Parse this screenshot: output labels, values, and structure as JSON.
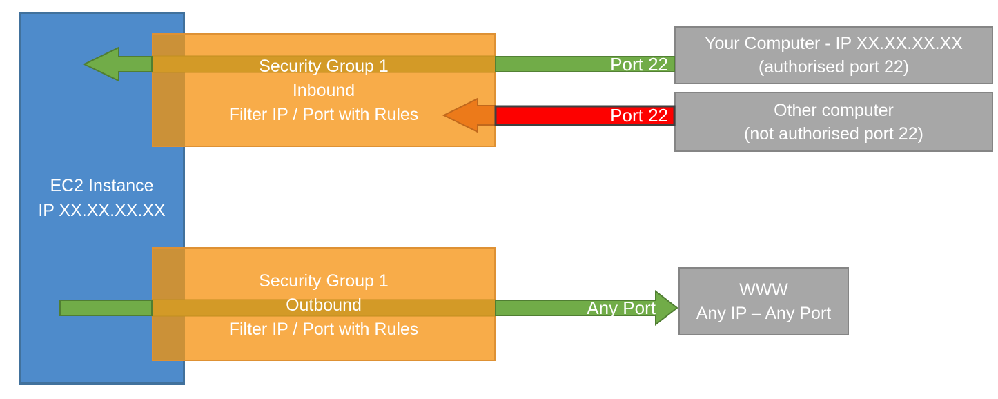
{
  "diagram": {
    "ec2": {
      "lines": [
        "EC2 Instance",
        "IP XX.XX.XX.XX"
      ]
    },
    "inbound_group": {
      "lines": [
        "Security Group 1",
        "Inbound",
        "Filter IP / Port with Rules"
      ]
    },
    "outbound_group": {
      "lines": [
        "Security Group 1",
        "Outbound",
        "Filter IP / Port with Rules"
      ]
    },
    "your_computer": {
      "lines": [
        "Your Computer - IP XX.XX.XX.XX",
        "(authorised port 22)"
      ]
    },
    "other_computer": {
      "lines": [
        "Other computer",
        "(not authorised port 22)"
      ]
    },
    "www": {
      "lines": [
        "WWW",
        "Any IP – Any Port"
      ]
    },
    "arrows": {
      "inbound_allowed": {
        "label": "Port 22",
        "status": "allowed",
        "color": "#71AC48"
      },
      "inbound_blocked": {
        "label": "Port 22",
        "status": "blocked",
        "color": "#FD0100"
      },
      "outbound_allowed": {
        "label": "Any Port",
        "status": "allowed",
        "color": "#71AC48"
      }
    },
    "colors": {
      "ec2_fill": "#4E8BCB",
      "ec2_border": "#41719C",
      "group_fill": "#F8AC49",
      "group_border": "#DE9134",
      "group_over_ec2": "#CB9138",
      "arrow_through_group": "#D39A27",
      "green": "#71AC48",
      "green_border": "#507E32",
      "red": "#FD0100",
      "red_outline": "#404040",
      "red_under_group": "#EC7A1A",
      "endpoint_fill": "#A7A7A7",
      "endpoint_border": "#858585"
    }
  }
}
